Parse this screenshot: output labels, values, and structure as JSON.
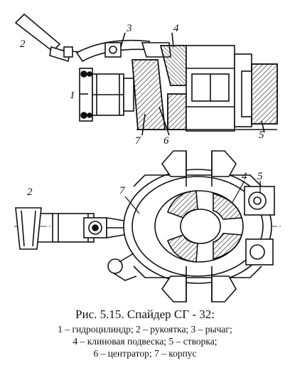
{
  "figure": {
    "labels": {
      "l1_top": "1",
      "l2_top": "2",
      "l3_top": "3",
      "l4_top": "4",
      "l5_top": "5",
      "l6_top": "6",
      "l7_top": "7",
      "l2_bottom": "2",
      "l4_bottom": "4",
      "l5_bottom": "5",
      "l7_bottom": "7"
    }
  },
  "caption": {
    "title": "Рис. 5.15. Спайдер СГ - 32:",
    "lines": [
      "1 – гидроцилиндр; 2 – рукоятка; 3 – рычаг;",
      "4 – клиновая подвеска; 5 – створка;",
      "6 – центратор; 7 – корпус"
    ]
  },
  "colors": {
    "ink": "#111111",
    "hatch": "#333333",
    "background": "#ffffff"
  }
}
